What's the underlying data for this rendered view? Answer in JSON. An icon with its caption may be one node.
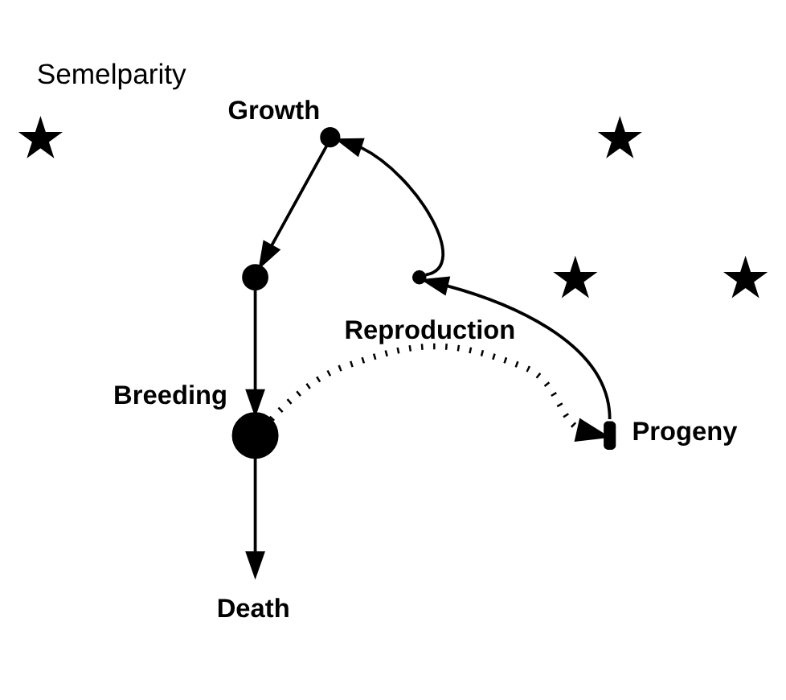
{
  "diagram": {
    "title": "Semelparity",
    "nodes": [
      {
        "text": [
          "Growth"
        ]
      },
      {
        "text": [],
        "shape": "circle"
      },
      {
        "text": [
          "Breeding"
        ]
      },
      {
        "text": [
          "Progeny"
        ]
      },
      {
        "text": [],
        "shape": "circle"
      },
      {
        "text": [
          "Death"
        ]
      },
      {
        "text": [],
        "shape": "star"
      },
      {
        "text": [],
        "shape": "star"
      },
      {
        "text": [],
        "shape": "star"
      },
      {
        "text": [],
        "shape": "star"
      }
    ],
    "edges": [
      {
        "from": 0,
        "to": 1,
        "arrow": "to"
      },
      {
        "from": 1,
        "to": 2,
        "arrow": "to"
      },
      {
        "from": 2,
        "to": 3,
        "arrow": "to",
        "label": "Reproduction",
        "style": "dashed"
      },
      {
        "from": 3,
        "to": 4,
        "arrow": "to"
      },
      {
        "from": 4,
        "to": 0,
        "arrow": "to"
      },
      {
        "from": 2,
        "to": 5,
        "arrow": "to"
      }
    ]
  }
}
